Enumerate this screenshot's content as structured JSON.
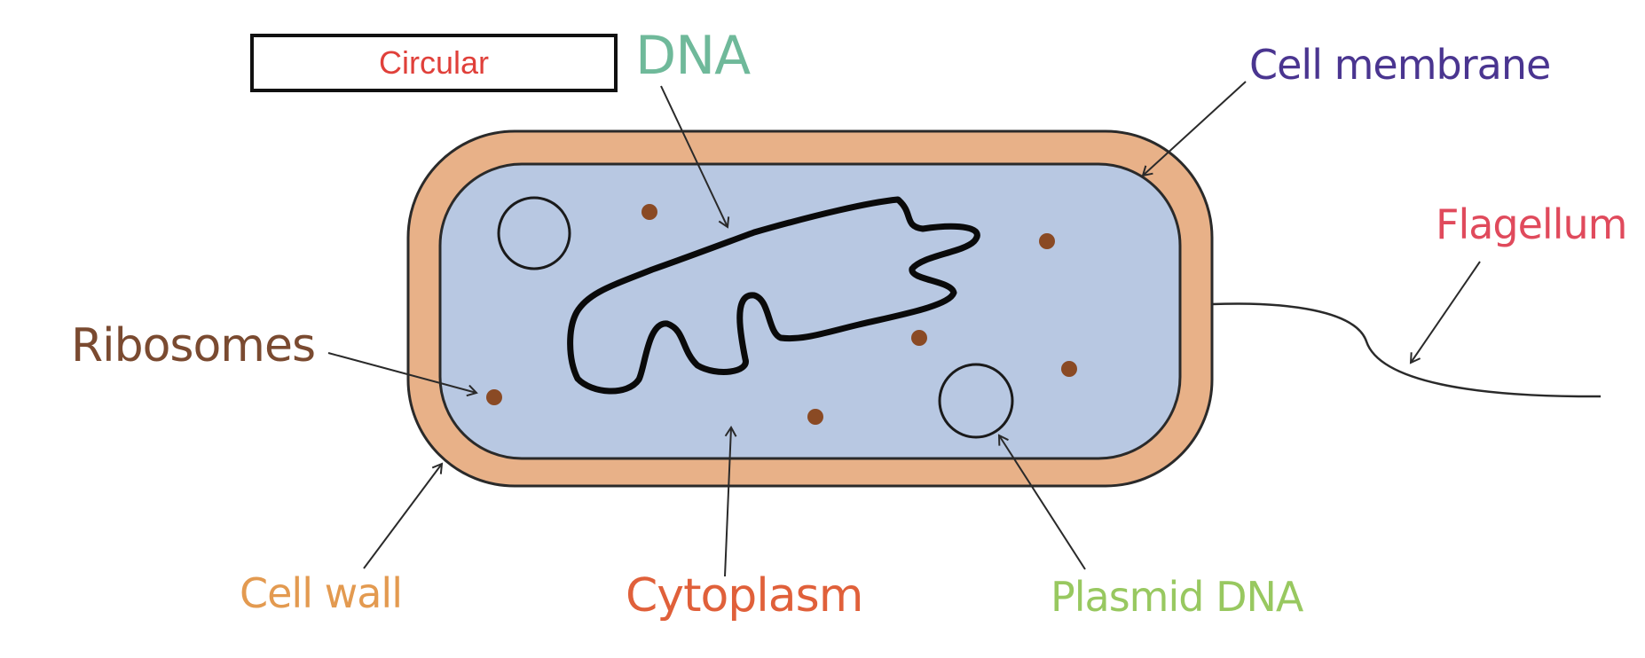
{
  "answer_box": {
    "text": "Circular",
    "color": "#e0403a"
  },
  "labels": {
    "dna": {
      "text": "DNA",
      "color": "#6fb99a"
    },
    "cell_membrane": {
      "text": "Cell membrane",
      "color": "#4a3590"
    },
    "flagellum": {
      "text": "Flagellum",
      "color": "#e04a5c"
    },
    "ribosomes": {
      "text": "Ribosomes",
      "color": "#7a4a30"
    },
    "cell_wall": {
      "text": "Cell wall",
      "color": "#e39a50"
    },
    "cytoplasm": {
      "text": "Cytoplasm",
      "color": "#e0603a"
    },
    "plasmid_dna": {
      "text": "Plasmid DNA",
      "color": "#98c860"
    }
  },
  "colors": {
    "cell_wall_fill": "#e8b188",
    "cytoplasm_fill": "#b8c8e2",
    "outline": "#2a2a2a",
    "ribosome": "#8a4a24"
  }
}
